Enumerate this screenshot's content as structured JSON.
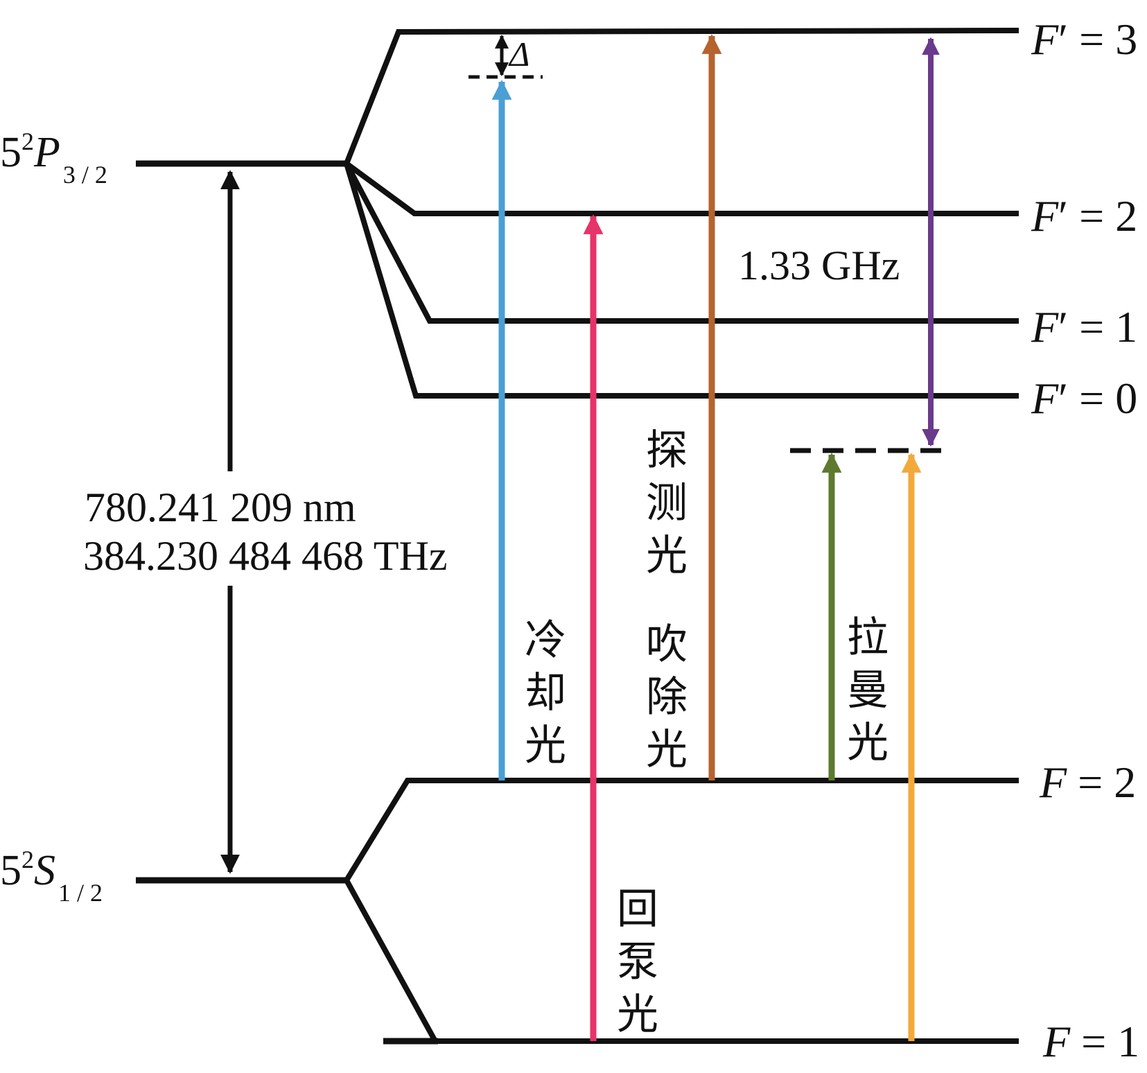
{
  "states": {
    "excited": {
      "base": "5",
      "sup": "2",
      "letter": "P",
      "sub": "3 / 2"
    },
    "ground": {
      "base": "5",
      "sup": "2",
      "letter": "S",
      "sub": "1 / 2"
    }
  },
  "levels": {
    "f3p": {
      "F": "F",
      "prime": "′",
      "eq": " = ",
      "val": "3"
    },
    "f2p": {
      "F": "F",
      "prime": "′",
      "eq": " = ",
      "val": "2"
    },
    "f1p": {
      "F": "F",
      "prime": "′",
      "eq": " = ",
      "val": "1"
    },
    "f0p": {
      "F": "F",
      "prime": "′",
      "eq": " = ",
      "val": "0"
    },
    "f2": {
      "F": "F",
      "eq": " = ",
      "val": "2"
    },
    "f1": {
      "F": "F",
      "eq": " = ",
      "val": "1"
    }
  },
  "transition": {
    "wavelength": "780.241 209 nm",
    "frequency": "384.230 484 468 THz"
  },
  "detuning_label": "Δ",
  "splitting_label": "1.33 GHz",
  "beams": {
    "cooling": {
      "label": [
        "冷",
        "却",
        "光"
      ],
      "color": "#4a9fd4"
    },
    "repump": {
      "label": [
        "回",
        "泵",
        "光"
      ],
      "color": "#e6336a"
    },
    "probe": {
      "label": [
        "探",
        "测",
        "光"
      ],
      "color": "#b5632f"
    },
    "blow": {
      "label": [
        "吹",
        "除",
        "光"
      ],
      "color": "#b5632f"
    },
    "raman": {
      "label": [
        "拉",
        "曼",
        "光"
      ],
      "color_1": "#5e7a2f",
      "color_2": "#f2a93b"
    },
    "splitting_arrow_color": "#6a3a8c"
  }
}
